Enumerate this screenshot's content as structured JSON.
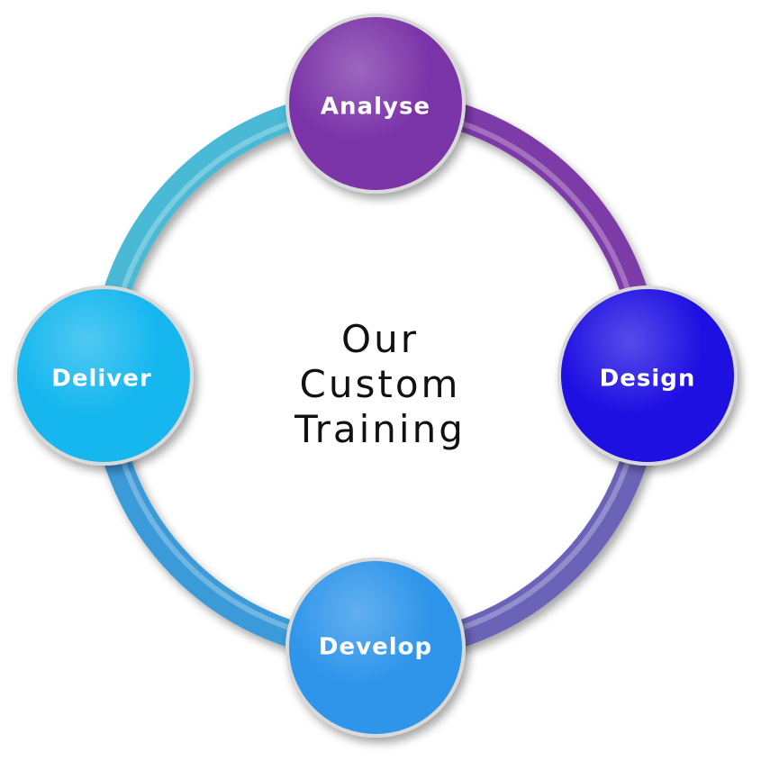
{
  "diagram": {
    "title_lines": [
      "Our",
      "Custom",
      "Training"
    ],
    "stages": [
      {
        "key": "analyse",
        "label": "Analyse",
        "color": "#7b34a8"
      },
      {
        "key": "design",
        "label": "Design",
        "color": "#1f10e2"
      },
      {
        "key": "develop",
        "label": "Develop",
        "color": "#2e95ea"
      },
      {
        "key": "deliver",
        "label": "Deliver",
        "color": "#16b7ef"
      }
    ],
    "ring_colors": {
      "analyse_to_design": "#7d3aa8",
      "design_to_develop": "#6a63b8",
      "develop_to_deliver": "#3a9ad8",
      "deliver_to_analyse": "#4ab9d6"
    }
  }
}
